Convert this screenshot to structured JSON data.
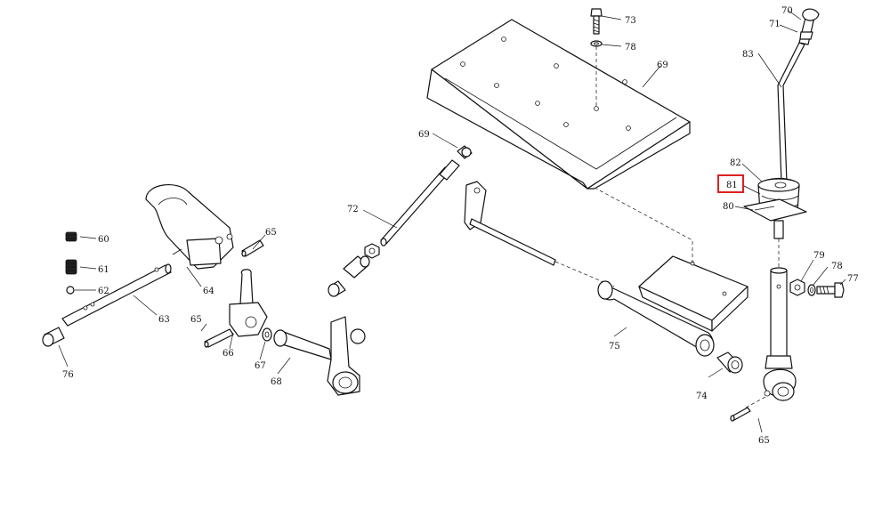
{
  "callouts": {
    "c60": "60",
    "c61": "61",
    "c62": "62",
    "c63": "63",
    "c64": "64",
    "c65a": "65",
    "c65b": "65",
    "c65c": "65",
    "c66": "66",
    "c67": "67",
    "c68": "68",
    "c69a": "69",
    "c69b": "69",
    "c70": "70",
    "c71": "71",
    "c72": "72",
    "c73": "73",
    "c74": "74",
    "c75": "75",
    "c76": "76",
    "c77": "77",
    "c78a": "78",
    "c78b": "78",
    "c79": "79",
    "c80": "80",
    "c81": "81",
    "c82": "82",
    "c83": "83"
  },
  "highlight": {
    "callout": "81",
    "color": "#e02020"
  }
}
